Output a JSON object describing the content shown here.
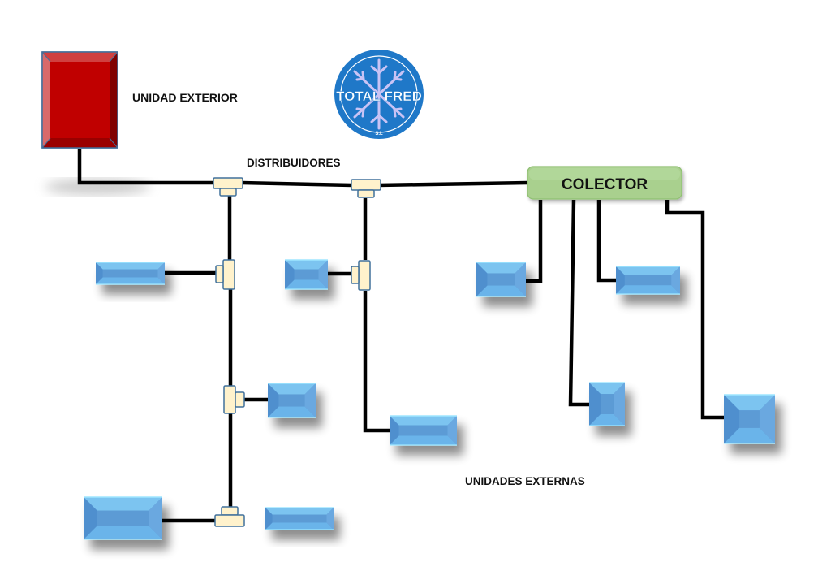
{
  "labels": {
    "outdoor_unit": "UNIDAD EXTERIOR",
    "distributors": "DISTRIBUIDORES",
    "collector": "COLECTOR",
    "external_units": "UNIDADES EXTERNAS"
  },
  "logo": {
    "name": "TOTAL FRED",
    "suffix": "S.L",
    "icon": "snowflake-icon"
  },
  "colors": {
    "outdoor_unit": "#c00000",
    "collector": "#a6d48a",
    "indoor_unit": "#5b9bd5",
    "distributor": "#fff2cc",
    "distributor_border": "#41719c",
    "pipe": "#000000",
    "logo": "#1f78c8"
  },
  "counts": {
    "distributors_on_main_line": 2,
    "branch_distributors": 4,
    "indoor_units_via_distributors": 6,
    "indoor_units_via_collector": 4
  }
}
